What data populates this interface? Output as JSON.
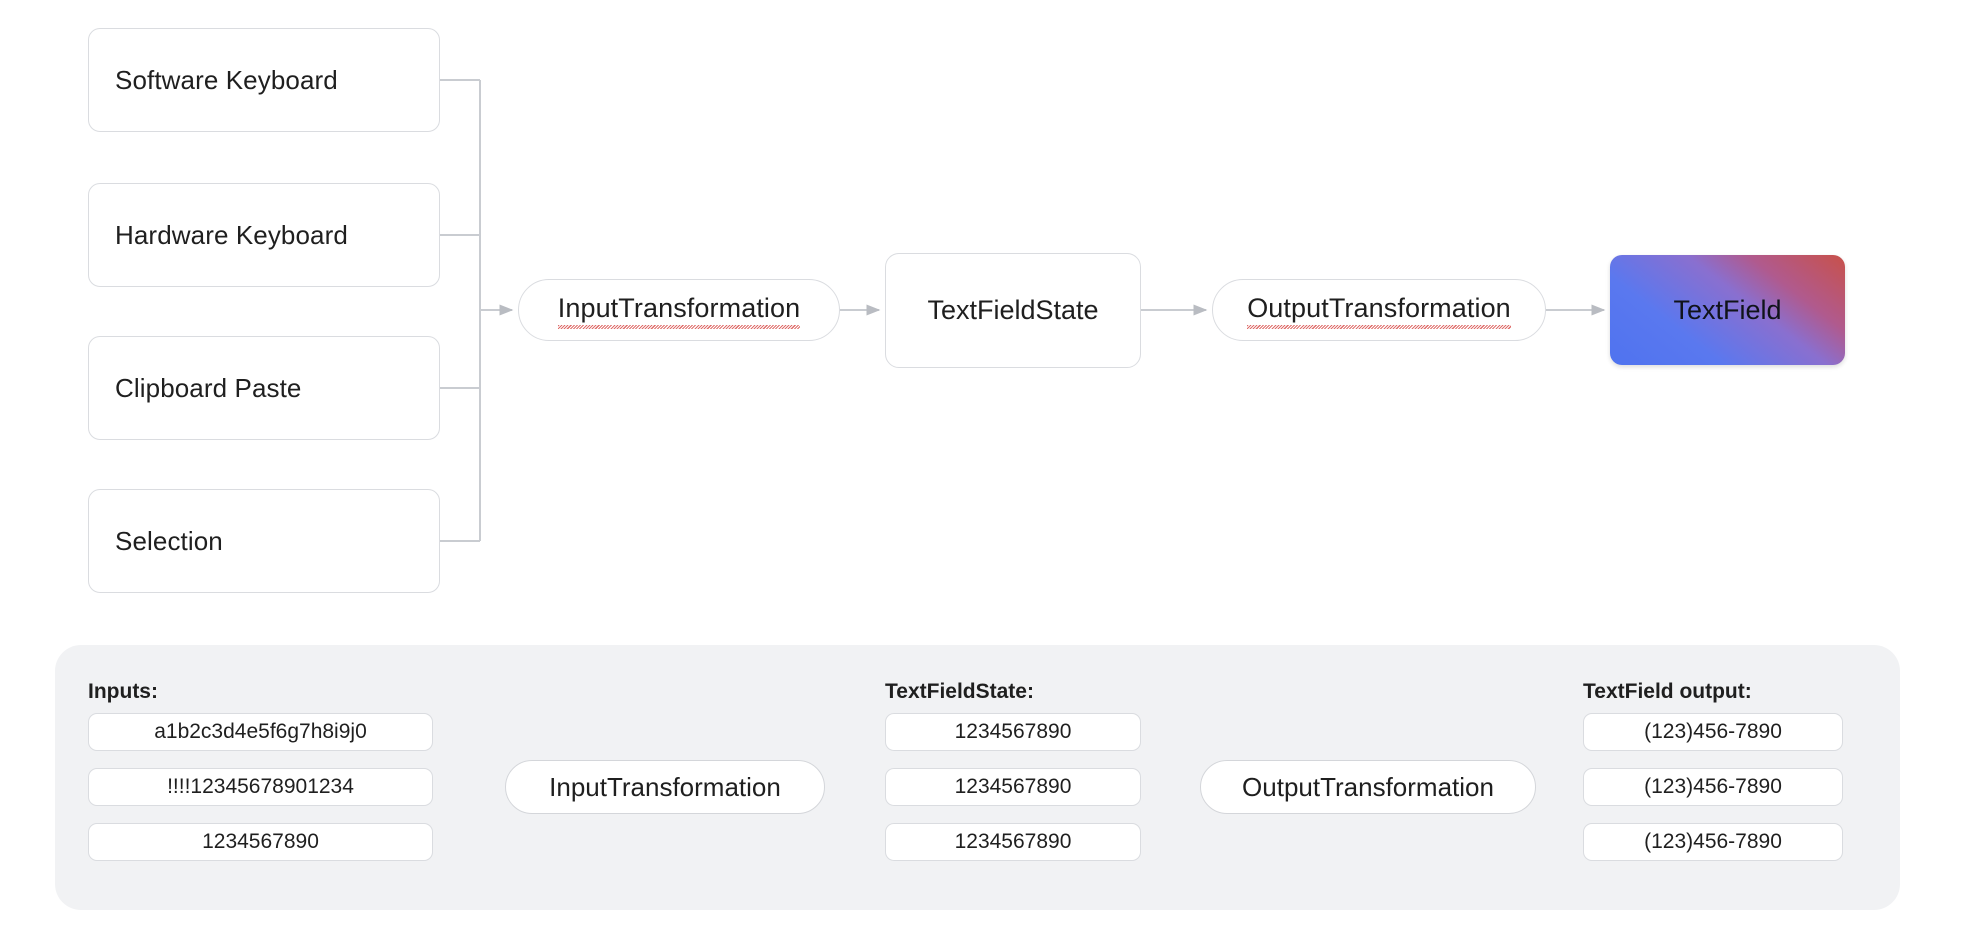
{
  "top_flow": {
    "sources": [
      {
        "label": "Software Keyboard"
      },
      {
        "label": "Hardware Keyboard"
      },
      {
        "label": "Clipboard Paste"
      },
      {
        "label": "Selection"
      }
    ],
    "input_transformation": "InputTransformation",
    "textfieldstate": "TextFieldState",
    "output_transformation": "OutputTransformation",
    "textfield": "TextField"
  },
  "bottom_panel": {
    "labels": {
      "inputs": "Inputs:",
      "textfieldstate": "TextFieldState:",
      "textfield_output": "TextField output:"
    },
    "input_transformation": "InputTransformation",
    "output_transformation": "OutputTransformation",
    "inputs": [
      "a1b2c3d4e5f6g7h8i9j0",
      "!!!!12345678901234",
      "1234567890"
    ],
    "textfieldstate_values": [
      "1234567890",
      "1234567890",
      "1234567890"
    ],
    "textfield_outputs": [
      "(123)456-7890",
      "(123)456-7890",
      "(123)456-7890"
    ]
  },
  "colors": {
    "panel_background": "#f1f2f4",
    "node_border": "#dadce0",
    "connector": "#c9ccd1",
    "textfield_gradient_start": "#4f73ef",
    "textfield_gradient_end": "#c8514a",
    "spellcheck_underline": "#d9534f"
  }
}
